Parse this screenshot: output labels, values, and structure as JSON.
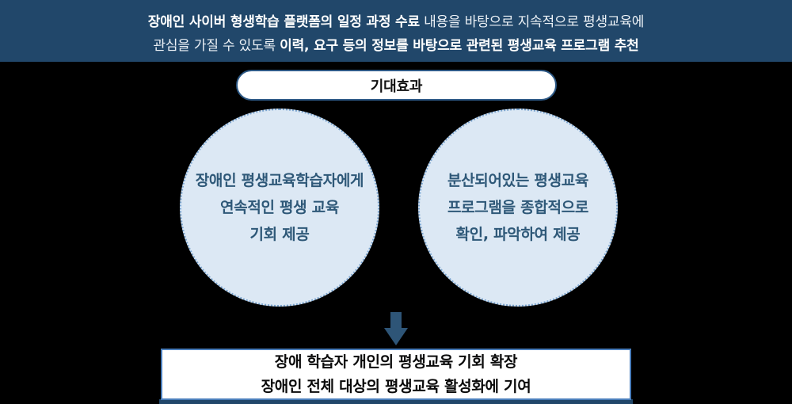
{
  "colors": {
    "background": "#000000",
    "header_bg": "#21476A",
    "header_text": "#FFFFFF",
    "pill_border": "#2D5986",
    "circle_fill": "#DCE8F4",
    "circle_border": "#7AA4CF",
    "circle_text": "#2E5878",
    "arrow": "#2E5577",
    "result_box_border": "#4A7EBB",
    "footer_bar": "#21476A"
  },
  "header": {
    "line1_bold": "장애인 사이버 형생학습 플랫폼의 일정 과정 수료",
    "line1_regular": " 내용을 바탕으로 지속적으로 평생교육에",
    "line2_regular": "관심을 가질 수 있도록 ",
    "line2_bold": "이력, 요구 등의 정보를 바탕으로 관련된 평생교육 프로그램 추천"
  },
  "pill": {
    "label": "기대효과"
  },
  "circles": [
    {
      "lines": [
        "장애인 평생교육학습자에게",
        "연속적인 평생 교육",
        "기회 제공"
      ]
    },
    {
      "lines": [
        "분산되어있는 평생교육",
        "프로그램을 종합적으로",
        "확인, 파악하여 제공"
      ]
    }
  ],
  "result_box": {
    "line1": "장애 학습자 개인의 평생교육 기회 확장",
    "line2": "장애인 전체 대상의 평생교육 활성화에 기여"
  }
}
